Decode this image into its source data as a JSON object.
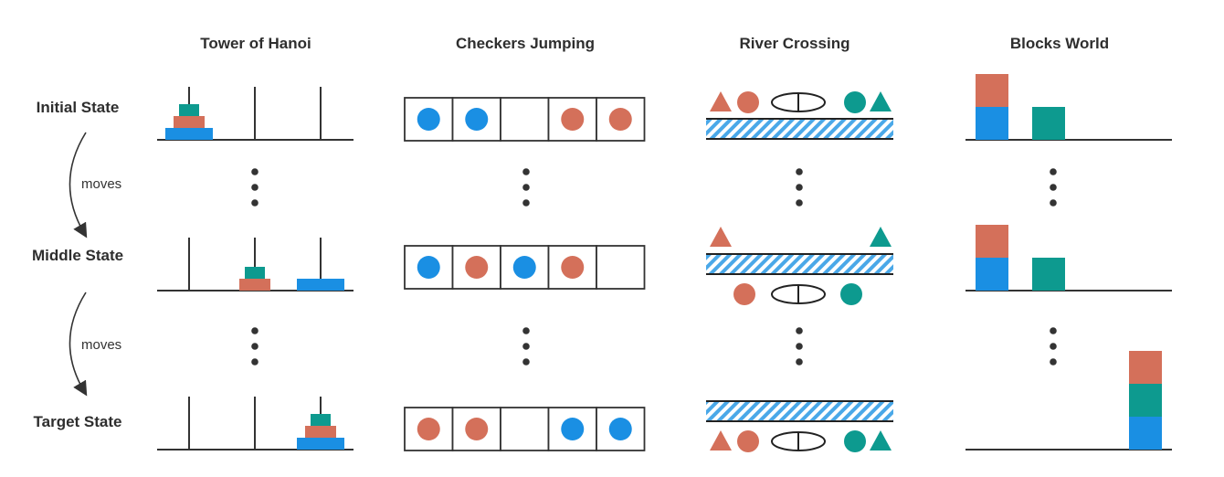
{
  "colors": {
    "blue": "#1a8fe3",
    "orange": "#d4705a",
    "teal": "#0d9a8f",
    "line": "#333333",
    "water": "#4aa8e8"
  },
  "columns": [
    {
      "id": "hanoi",
      "title": "Tower of Hanoi"
    },
    {
      "id": "checkers",
      "title": "Checkers Jumping"
    },
    {
      "id": "river",
      "title": "River Crossing"
    },
    {
      "id": "blocks",
      "title": "Blocks World"
    }
  ],
  "rows": [
    {
      "label": "Initial State"
    },
    {
      "label": "Middle State"
    },
    {
      "label": "Target State"
    }
  ],
  "transitions": [
    {
      "label": "moves"
    },
    {
      "label": "moves"
    }
  ],
  "hanoi": [
    {
      "pegs": [
        [
          "blue",
          "orange",
          "teal"
        ],
        [],
        []
      ]
    },
    {
      "pegs": [
        [],
        [
          "orange",
          "teal"
        ],
        [
          "blue"
        ]
      ]
    },
    {
      "pegs": [
        [],
        [],
        [
          "blue",
          "orange",
          "teal"
        ]
      ]
    }
  ],
  "hanoi_disk_sizes": {
    "blue": 3,
    "orange": 2,
    "teal": 1
  },
  "checkers": [
    {
      "cells": [
        "blue",
        "blue",
        "",
        "orange",
        "orange"
      ]
    },
    {
      "cells": [
        "blue",
        "orange",
        "blue",
        "orange",
        ""
      ]
    },
    {
      "cells": [
        "orange",
        "orange",
        "",
        "blue",
        "blue"
      ]
    }
  ],
  "river": [
    {
      "top": [
        "orange-triangle",
        "orange-circle",
        "boat",
        "teal-circle",
        "teal-triangle"
      ],
      "bottom": []
    },
    {
      "top": [
        "orange-triangle",
        "",
        "",
        "",
        "teal-triangle"
      ],
      "bottom": [
        "orange-circle",
        "boat",
        "teal-circle"
      ]
    },
    {
      "top": [],
      "bottom": [
        "orange-triangle",
        "orange-circle",
        "boat",
        "teal-circle",
        "teal-triangle"
      ]
    }
  ],
  "blocks": [
    {
      "stacks": [
        [
          "blue",
          "orange"
        ],
        [
          "teal"
        ],
        []
      ]
    },
    {
      "stacks": [
        [
          "blue",
          "orange"
        ],
        [
          "teal"
        ],
        []
      ]
    },
    {
      "stacks": [
        [],
        [],
        [
          "blue",
          "teal",
          "orange"
        ]
      ]
    }
  ]
}
